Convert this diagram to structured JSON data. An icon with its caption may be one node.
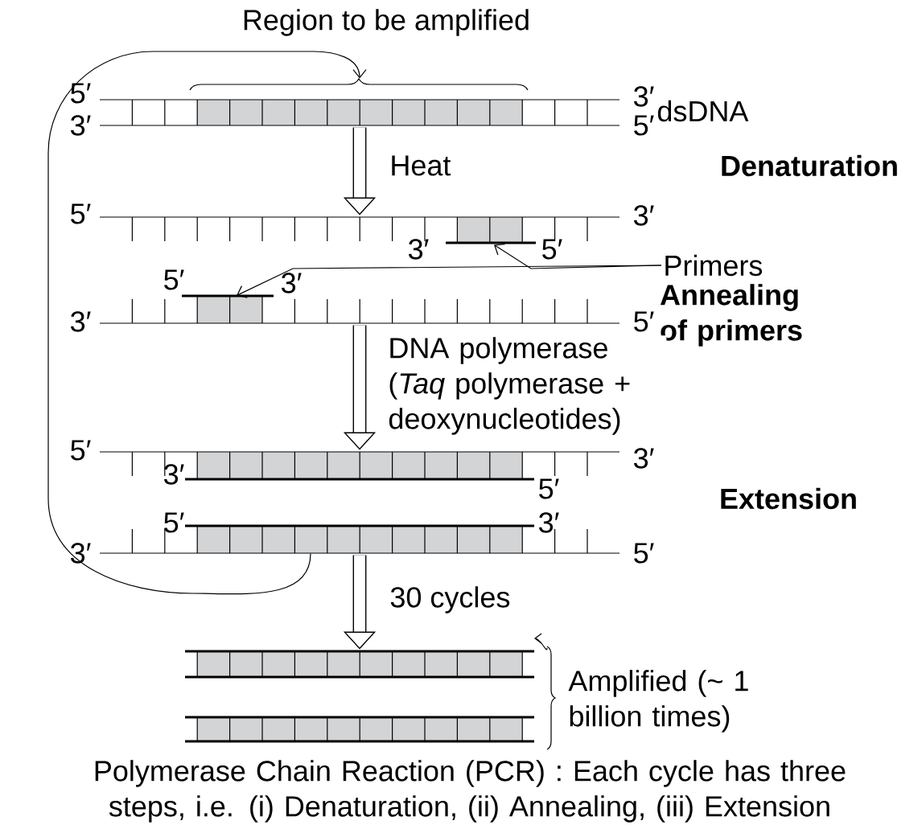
{
  "diagram": {
    "caption": "Polymerase Chain Reaction (PCR) : Each cycle has three steps, i.e. (i) Denaturation, (ii) Annealing, (iii) Extension",
    "nodes": [
      {
        "text": [],
        "shape": "picture",
        "beside": [
          "dsDNA"
        ]
      },
      {
        "text": [],
        "shape": "picture"
      },
      {
        "text": [
          "Primers"
        ]
      },
      {
        "text": [],
        "shape": "picture"
      },
      {
        "text": [],
        "shape": "picture"
      },
      {
        "text": [],
        "shape": "picture"
      },
      {
        "text": [],
        "shape": "picture",
        "beside": [
          "Amplified (~ 1 billion times)"
        ]
      }
    ],
    "edges": [
      {
        "from": 0,
        "to": 1,
        "arrow": "to",
        "style": "thick",
        "label": "Heat"
      },
      {
        "from": 2,
        "to": 1,
        "arrow": "to"
      },
      {
        "from": 2,
        "to": 3,
        "arrow": "to"
      },
      {
        "from": 3,
        "to": 4,
        "arrow": "to",
        "style": "thick",
        "label": "DNA polymerase (*Taq* polymerase + deoxynucleotides)"
      },
      {
        "from": 5,
        "to": 6,
        "arrow": "to",
        "style": "thick",
        "label": "30 cycles"
      },
      {
        "from": 5,
        "to": 0,
        "arrow": "to"
      }
    ],
    "labels": [
      "Region to be amplified",
      "5′",
      "3′",
      "3′",
      "5′",
      "Denaturation",
      "5′",
      "3′",
      "3′",
      "5′",
      "5′",
      "3′",
      "Annealing of primers",
      "3′",
      "5′",
      "5′",
      "3′",
      "3′",
      "5′",
      "Extension",
      "5′",
      "3′",
      "3′",
      "5′"
    ]
  }
}
